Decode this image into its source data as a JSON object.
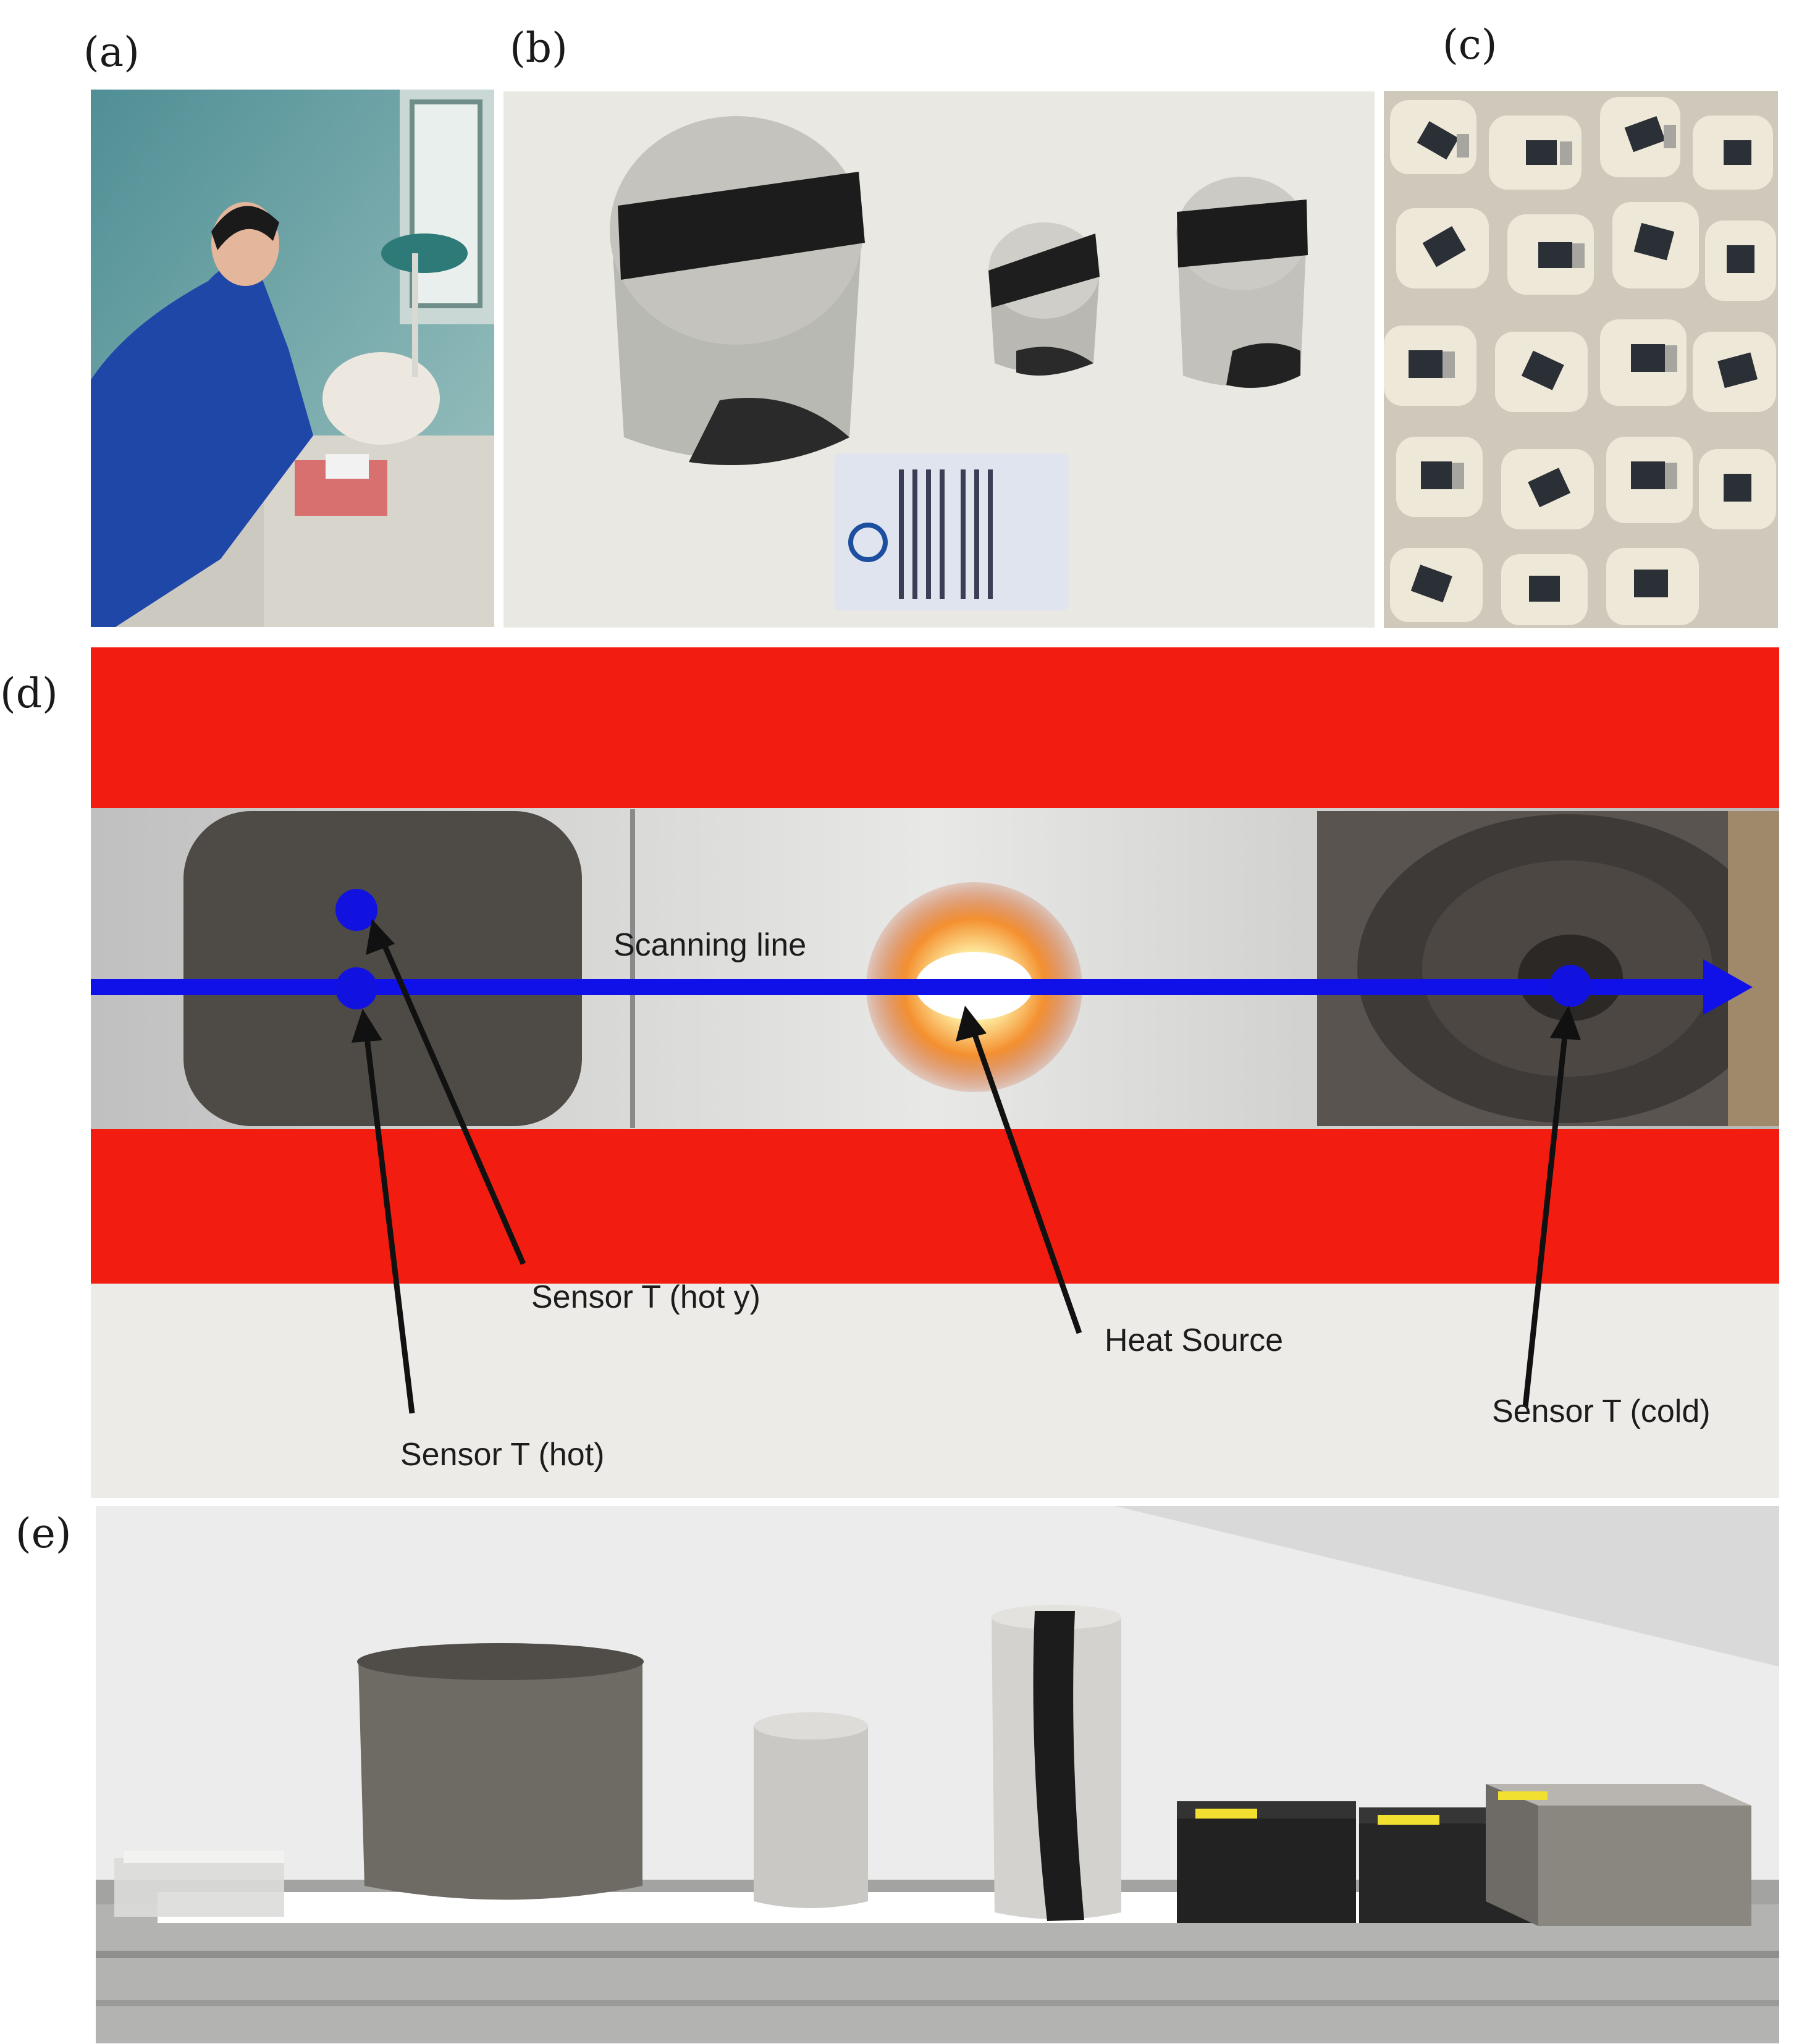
{
  "panels": {
    "a": {
      "label": "(a)",
      "image": "technician-polishing-rock-sample-photo"
    },
    "b": {
      "label": "(b)",
      "image": "cylindrical-rock-core-samples-photo"
    },
    "c": {
      "label": "(c)",
      "image": "bagged-rock-specimens-photo"
    },
    "d": {
      "label": "(d)",
      "image": "thermal-conductivity-scanner-photo",
      "annotations": {
        "scanning_line": "Scanning line",
        "sensor_hot_y": "Sensor T (hot y)",
        "heat_source": "Heat Source",
        "sensor_hot": "Sensor T (hot)",
        "sensor_cold": "Sensor T (cold)"
      },
      "colors": {
        "scan_line": "#1010e8",
        "tape": "#f21c10",
        "arrow": "#111111"
      }
    },
    "e": {
      "label": "(e)",
      "image": "samples-lined-on-scanner-rail-photo"
    }
  }
}
